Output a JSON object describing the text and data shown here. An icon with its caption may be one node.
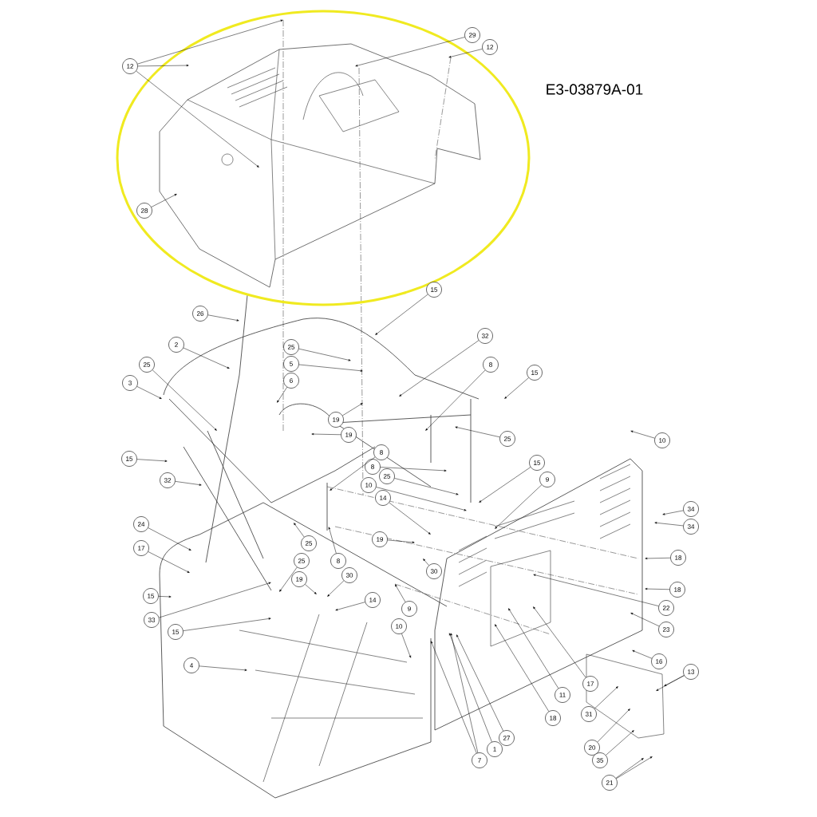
{
  "diagram": {
    "nodes": [
      {
        "text": [
          "12"
        ]
      },
      {
        "text": [
          "29"
        ]
      },
      {
        "text": [
          "12"
        ]
      },
      {
        "text": [
          "28"
        ]
      },
      {
        "text": [
          "15"
        ]
      },
      {
        "text": [
          "26"
        ]
      },
      {
        "text": [
          "2"
        ]
      },
      {
        "text": [
          "25"
        ]
      },
      {
        "text": [
          "5"
        ]
      },
      {
        "text": [
          "25"
        ]
      },
      {
        "text": [
          "3"
        ]
      },
      {
        "text": [
          "6"
        ]
      },
      {
        "text": [
          "19"
        ]
      },
      {
        "text": [
          "19"
        ]
      },
      {
        "text": [
          "32"
        ]
      },
      {
        "text": [
          "8"
        ]
      },
      {
        "text": [
          "15"
        ]
      },
      {
        "text": [
          "25"
        ]
      },
      {
        "text": [
          "10"
        ]
      },
      {
        "text": [
          "15"
        ]
      },
      {
        "text": [
          "32"
        ]
      },
      {
        "text": [
          "8"
        ]
      },
      {
        "text": [
          "8"
        ]
      },
      {
        "text": [
          "25"
        ]
      },
      {
        "text": [
          "10"
        ]
      },
      {
        "text": [
          "14"
        ]
      },
      {
        "text": [
          "15"
        ]
      },
      {
        "text": [
          "9"
        ]
      },
      {
        "text": [
          "34"
        ]
      },
      {
        "text": [
          "34"
        ]
      },
      {
        "text": [
          "24"
        ]
      },
      {
        "text": [
          "17"
        ]
      },
      {
        "text": [
          "19"
        ]
      },
      {
        "text": [
          "25"
        ]
      },
      {
        "text": [
          "25"
        ]
      },
      {
        "text": [
          "8"
        ]
      },
      {
        "text": [
          "30"
        ]
      },
      {
        "text": [
          "18"
        ]
      },
      {
        "text": [
          "19"
        ]
      },
      {
        "text": [
          "30"
        ]
      },
      {
        "text": [
          "15"
        ]
      },
      {
        "text": [
          "14"
        ]
      },
      {
        "text": [
          "33"
        ]
      },
      {
        "text": [
          "18"
        ]
      },
      {
        "text": [
          "9"
        ]
      },
      {
        "text": [
          "22"
        ]
      },
      {
        "text": [
          "15"
        ]
      },
      {
        "text": [
          "10"
        ]
      },
      {
        "text": [
          "23"
        ]
      },
      {
        "text": [
          "16"
        ]
      },
      {
        "text": [
          "13"
        ]
      },
      {
        "text": [
          "4"
        ]
      },
      {
        "text": [
          "17"
        ]
      },
      {
        "text": [
          "31"
        ]
      },
      {
        "text": [
          "11"
        ]
      },
      {
        "text": [
          "18"
        ]
      },
      {
        "text": [
          "27"
        ]
      },
      {
        "text": [
          "20"
        ]
      },
      {
        "text": [
          "1"
        ]
      },
      {
        "text": [
          "35"
        ]
      },
      {
        "text": [
          "7"
        ]
      },
      {
        "text": [
          "21"
        ]
      }
    ],
    "edges": [
      {
        "from": 0,
        "to": null,
        "arrow": "to"
      },
      {
        "from": 0,
        "to": null,
        "arrow": "to"
      },
      {
        "from": 0,
        "to": null,
        "arrow": "to"
      },
      {
        "from": 1,
        "to": null,
        "arrow": "to"
      },
      {
        "from": 2,
        "to": null,
        "arrow": "to"
      },
      {
        "from": 3,
        "to": null,
        "arrow": "to"
      },
      {
        "from": 4,
        "to": null,
        "arrow": "to"
      },
      {
        "from": 5,
        "to": null,
        "arrow": "to"
      },
      {
        "from": 6,
        "to": null,
        "arrow": "to"
      },
      {
        "from": 7,
        "to": null,
        "arrow": "to"
      },
      {
        "from": 8,
        "to": null,
        "arrow": "to"
      },
      {
        "from": 9,
        "to": null,
        "arrow": "to"
      },
      {
        "from": 10,
        "to": null,
        "arrow": "to"
      },
      {
        "from": 11,
        "to": null,
        "arrow": "to"
      },
      {
        "from": 12,
        "to": null,
        "arrow": "to"
      },
      {
        "from": 13,
        "to": null,
        "arrow": "to"
      },
      {
        "from": 14,
        "to": null,
        "arrow": "to"
      },
      {
        "from": 15,
        "to": null,
        "arrow": "to"
      },
      {
        "from": 16,
        "to": null,
        "arrow": "to"
      },
      {
        "from": 17,
        "to": null,
        "arrow": "to"
      },
      {
        "from": 18,
        "to": null,
        "arrow": "to"
      },
      {
        "from": 19,
        "to": null,
        "arrow": "to"
      },
      {
        "from": 20,
        "to": null,
        "arrow": "to"
      },
      {
        "from": 21,
        "to": null,
        "arrow": "to"
      },
      {
        "from": 22,
        "to": null,
        "arrow": "to"
      },
      {
        "from": 23,
        "to": null,
        "arrow": "to"
      },
      {
        "from": 24,
        "to": null,
        "arrow": "to"
      },
      {
        "from": 25,
        "to": null,
        "arrow": "to"
      },
      {
        "from": 26,
        "to": null,
        "arrow": "to"
      },
      {
        "from": 27,
        "to": null,
        "arrow": "to"
      },
      {
        "from": 28,
        "to": null,
        "arrow": "to"
      },
      {
        "from": 29,
        "to": null,
        "arrow": "to"
      },
      {
        "from": 30,
        "to": null,
        "arrow": "to"
      },
      {
        "from": 31,
        "to": null,
        "arrow": "to"
      },
      {
        "from": 32,
        "to": null,
        "arrow": "to"
      },
      {
        "from": 33,
        "to": null,
        "arrow": "to"
      },
      {
        "from": 34,
        "to": null,
        "arrow": "to"
      },
      {
        "from": 35,
        "to": null,
        "arrow": "to"
      },
      {
        "from": 36,
        "to": null,
        "arrow": "to"
      },
      {
        "from": 37,
        "to": null,
        "arrow": "to"
      },
      {
        "from": 38,
        "to": null,
        "arrow": "to"
      },
      {
        "from": 39,
        "to": null,
        "arrow": "to"
      },
      {
        "from": 40,
        "to": null,
        "arrow": "to"
      },
      {
        "from": 41,
        "to": null,
        "arrow": "to"
      },
      {
        "from": 42,
        "to": null,
        "arrow": "to"
      },
      {
        "from": 43,
        "to": null,
        "arrow": "to"
      },
      {
        "from": 44,
        "to": null,
        "arrow": "to"
      },
      {
        "from": 45,
        "to": null,
        "arrow": "to"
      },
      {
        "from": 46,
        "to": null,
        "arrow": "to"
      },
      {
        "from": 47,
        "to": null,
        "arrow": "to"
      },
      {
        "from": 48,
        "to": null,
        "arrow": "to"
      },
      {
        "from": 49,
        "to": null,
        "arrow": "to"
      },
      {
        "from": 50,
        "to": null,
        "arrow": "to"
      },
      {
        "from": 50,
        "to": null,
        "arrow": "to"
      },
      {
        "from": 51,
        "to": null,
        "arrow": "to"
      },
      {
        "from": 52,
        "to": null,
        "arrow": "to"
      },
      {
        "from": 53,
        "to": null,
        "arrow": "to"
      },
      {
        "from": 54,
        "to": null,
        "arrow": "to"
      },
      {
        "from": 55,
        "to": null,
        "arrow": "to"
      },
      {
        "from": 56,
        "to": null,
        "arrow": "to"
      },
      {
        "from": 57,
        "to": null,
        "arrow": "to"
      },
      {
        "from": 58,
        "to": null,
        "arrow": "to"
      },
      {
        "from": 59,
        "to": null,
        "arrow": "to"
      },
      {
        "from": 60,
        "to": null,
        "arrow": "to"
      },
      {
        "from": 60,
        "to": null,
        "arrow": "to"
      },
      {
        "from": 61,
        "to": null,
        "arrow": "to"
      },
      {
        "from": 61,
        "to": null,
        "arrow": "to"
      }
    ],
    "labels": [
      "E3-03879A-01"
    ]
  }
}
